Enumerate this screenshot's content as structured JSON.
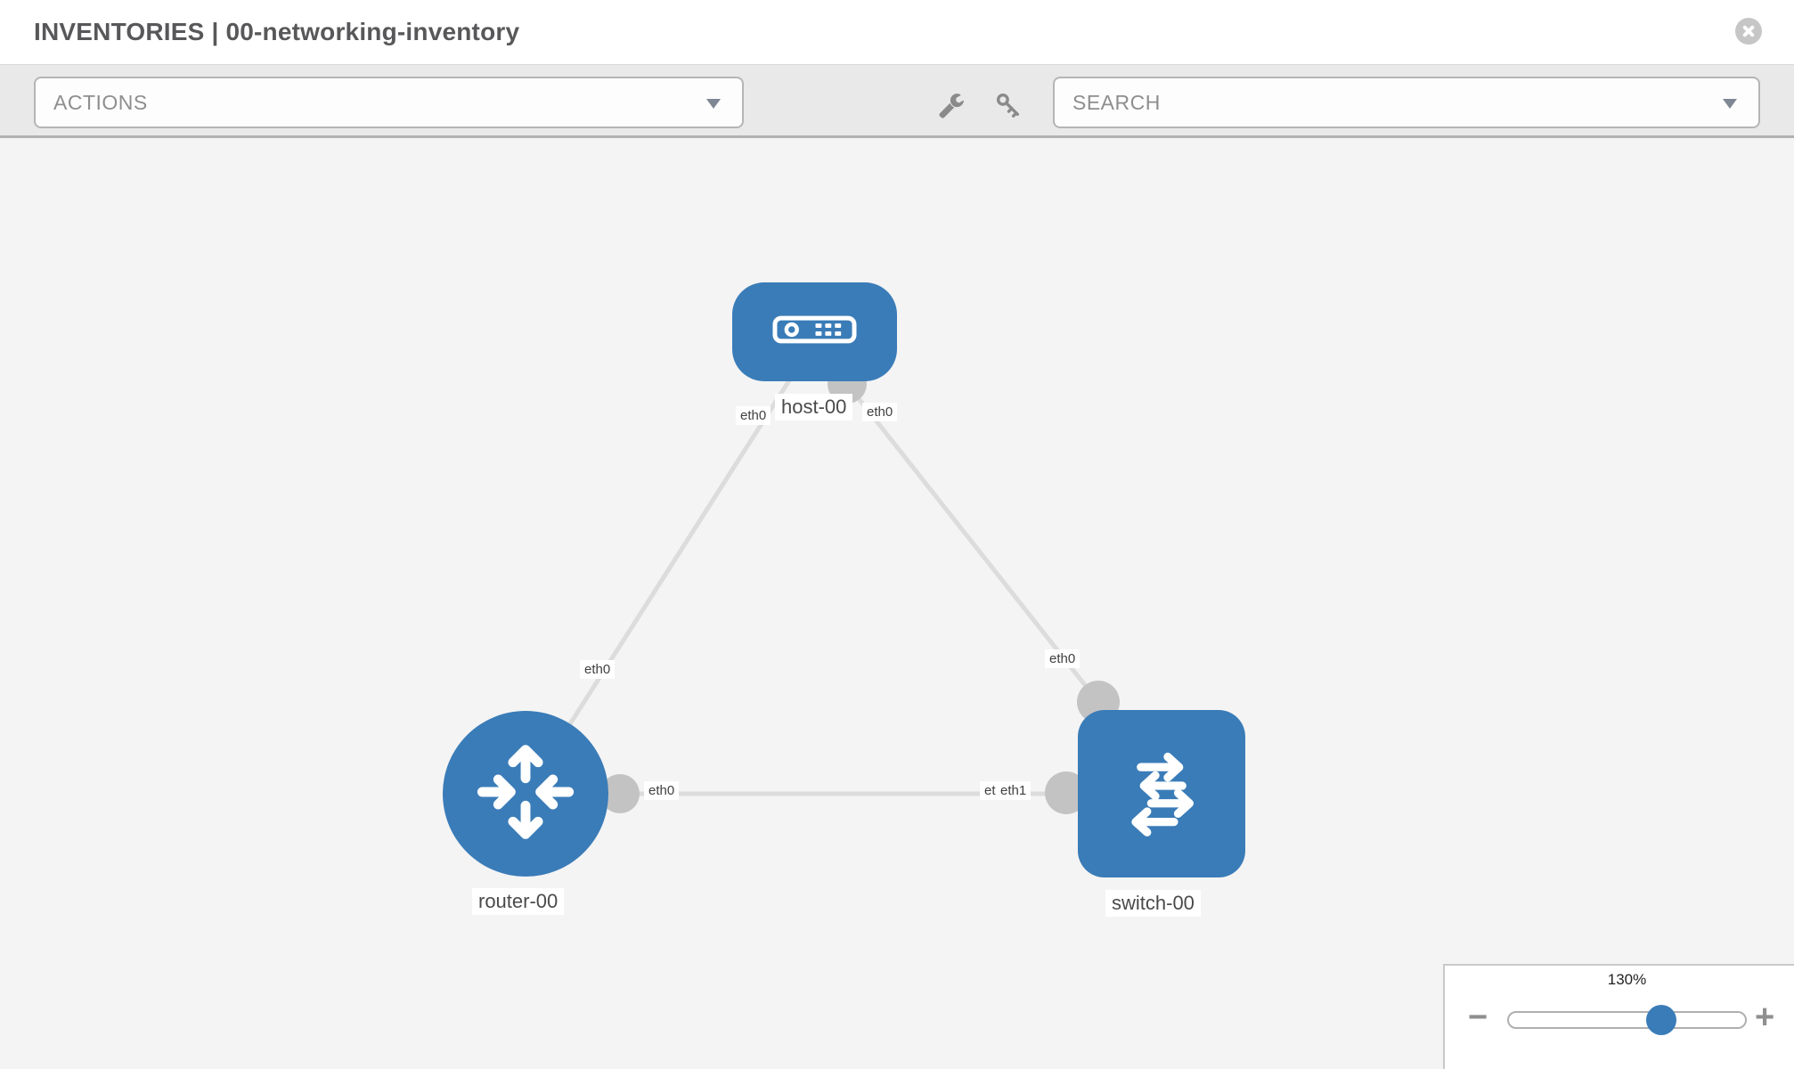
{
  "header": {
    "title": "INVENTORIES | 00-networking-inventory"
  },
  "toolbar": {
    "actions_label": "ACTIONS",
    "search_placeholder": "SEARCH"
  },
  "topology": {
    "nodes": [
      {
        "id": "host-00",
        "type": "host",
        "label": "host-00"
      },
      {
        "id": "router-00",
        "type": "router",
        "label": "router-00"
      },
      {
        "id": "switch-00",
        "type": "switch",
        "label": "switch-00"
      }
    ],
    "links": [
      {
        "source": "router-00",
        "source_interface": "eth0",
        "target": "host-00",
        "target_interface": "eth0"
      },
      {
        "source": "host-00",
        "source_interface": "eth0",
        "target": "switch-00",
        "target_interface": "eth0"
      },
      {
        "source": "router-00",
        "source_interface": "eth0",
        "target": "switch-00",
        "target_interface": "eth1"
      }
    ],
    "interface_labels": {
      "host_left": "eth0",
      "host_right": "eth0",
      "router_top": "eth0",
      "switch_top": "eth0",
      "router_right": "eth0",
      "switch_left_back": "eth0",
      "switch_left_front": "eth1"
    }
  },
  "zoom_control": {
    "level": "130%",
    "minus_glyph": "−",
    "plus_glyph": "+"
  },
  "colors": {
    "node-blue": "#3a7cb8",
    "port-gray": "#c3c3c3",
    "link-gray": "#dcdcdc",
    "canvas-bg": "#f4f4f4",
    "toolbar-bg": "#e9e9e9",
    "title-text": "#58585a",
    "muted-text": "#8e8e8e",
    "label-text": "#404040"
  }
}
